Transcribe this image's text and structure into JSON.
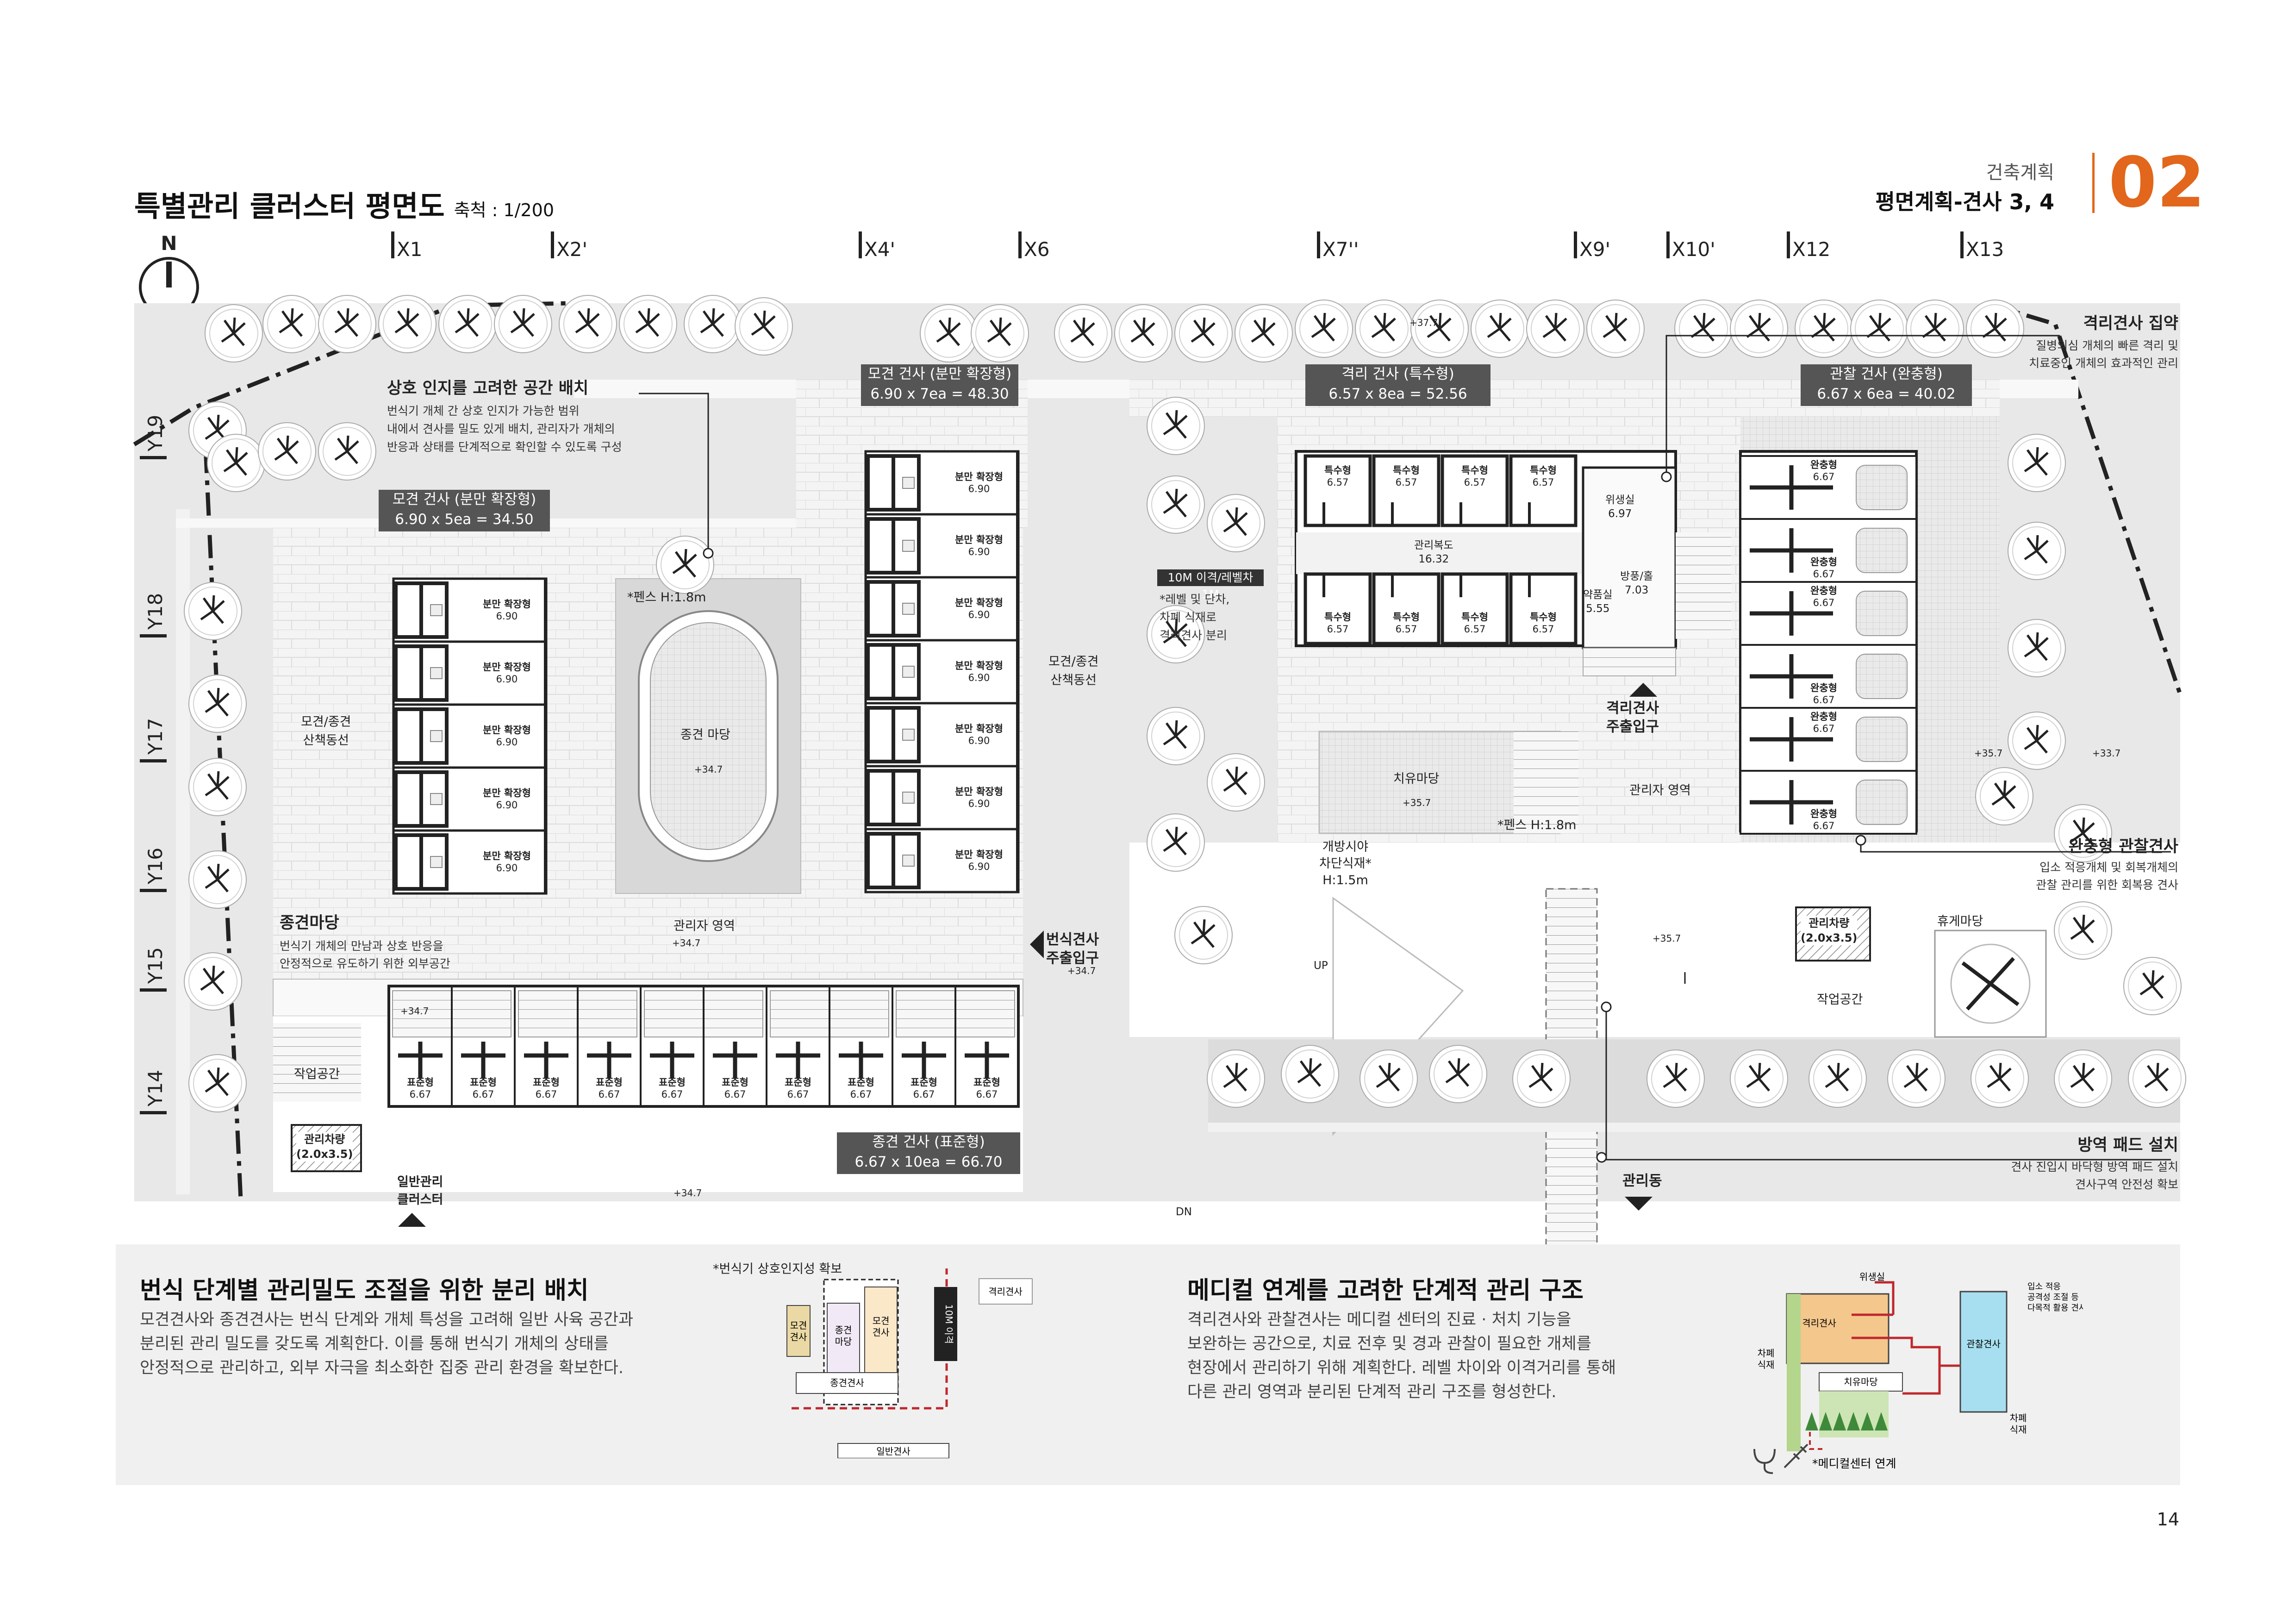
{
  "header": {
    "title": "특별관리 클러스터 평면도",
    "scale": "축척 : 1/200",
    "section_label": "건축계획",
    "section_subtitle": "평면계획-견사 3, 4",
    "section_number": "02",
    "accent_color": "#e2661b"
  },
  "page_number": "14",
  "north": "N",
  "grid_x": [
    "X1",
    "X2'",
    "X4'",
    "X6",
    "X7''",
    "X9'",
    "X10'",
    "X12",
    "X13"
  ],
  "grid_y": [
    "Y19",
    "Y18",
    "Y17",
    "Y16",
    "Y15",
    "Y14"
  ],
  "tags": {
    "t1": {
      "title": "모견 건사 (분만 확장형)",
      "value": "6.90 x 7ea = 48.30"
    },
    "t2": {
      "title": "모견 건사 (분만 확장형)",
      "value": "6.90 x 5ea = 34.50"
    },
    "t3": {
      "title": "격리 건사 (특수형)",
      "value": "6.57 x 8ea = 52.56"
    },
    "t4": {
      "title": "관찰 건사 (완충형)",
      "value": "6.67 x 6ea = 40.02"
    },
    "t5": {
      "title": "종견 건사 (표준형)",
      "value": "6.67 x 10ea = 66.70"
    },
    "t6": {
      "title": "10M 이격/레벨차 1M",
      "value": ""
    }
  },
  "notes": {
    "mutual_title": "상호 인지를 고려한 공간 배치",
    "mutual_lines": [
      "번식기 개체 간 상호 인지가 가능한 범위",
      "내에서 견사를 밀도 있게 배치, 관리자가 개체의",
      "반응과 상태를 단계적으로 확인할 수 있도록 구성"
    ],
    "level_lines": [
      "*레벨 및 단차,",
      "차폐 식재로",
      "격리견사 분리"
    ],
    "isolation_title": "격리견사 집약",
    "isolation_lines": [
      "질병의심 개체의 빠른 격리 및",
      "치료중인 개체의 효과적인 관리"
    ],
    "buffer_title": "완충형 관찰견사",
    "buffer_lines": [
      "입소 적응개체 및 회복개체의",
      "관찰 관리를 위한 회복용 견사"
    ],
    "pad_title": "방역 패드 설치",
    "pad_lines": [
      "견사 진입시 바닥형 방역 패드 설치",
      "견사구역 안전성 확보"
    ],
    "stud_title": "종견마당",
    "stud_lines": [
      "번식기 개체의 만남과 상호 반응을",
      "안정적으로 유도하기 위한 외부공간"
    ]
  },
  "labels": {
    "breed_unit": "분만 확장형",
    "breed_size": "6.90",
    "special_unit": "특수형",
    "special_size": "6.57",
    "buffer_unit": "완충형",
    "buffer_size": "6.67",
    "standard_unit": "표준형",
    "standard_size": "6.67",
    "fence_left": "*펜스 H:1.8m",
    "fence_right": "*펜스 H:1.8m",
    "stud_yard": "종견 마당",
    "walk_left": [
      "모견/종견",
      "산책동선"
    ],
    "walk_right": [
      "모견/종견",
      "산책동선"
    ],
    "manager_area": "관리자 영역",
    "manager_area2": "관리자 영역",
    "breeding_entry": [
      "번식견사",
      "주출입구"
    ],
    "isolation_entry": [
      "격리견사",
      "주출입구"
    ],
    "work_left": "작업공간",
    "work_right": "작업공간",
    "vehicle": [
      "관리차량",
      "(2.0x3.5)"
    ],
    "general_cluster": [
      "일반관리",
      "클러스터"
    ],
    "iso_corridor": "관리복도",
    "iso_corridor_size": "16.32",
    "hygiene": "위생실",
    "hygiene_size": "6.97",
    "pharmacy": "약품실",
    "pharmacy_size": "5.55",
    "exam_room": "방풍/홀",
    "exam_size": "7.03",
    "healing_yard": "치유마당",
    "open_view": [
      "개방시야",
      "차단식재*",
      "H:1.5m"
    ],
    "rest_yard": "휴게마당",
    "mgmt_building": "관리동",
    "up": "UP",
    "dn": "DN",
    "lv_377": "+37.7",
    "lv_347": "+34.7",
    "lv_357": "+35.7",
    "lv_337": "+33.7"
  },
  "bottom": {
    "left_title": "번식 단계별 관리밀도 조절을 위한 분리 배치",
    "left_lines": [
      "모견견사와 종견견사는 번식 단계와 개체 특성을 고려해 일반 사육 공간과",
      "분리된 관리 밀도를 갖도록 계획한다. 이를 통해 번식기 개체의 상태를",
      "안정적으로 관리하고, 외부 자극을 최소화한 집중 관리 환경을 확보한다."
    ],
    "left_diagram": {
      "caption": "*번식기 상호인지성 확보",
      "box1": [
        "모견",
        "견사"
      ],
      "box2": [
        "종견",
        "마당"
      ],
      "box3": [
        "모견",
        "견사"
      ],
      "sep": "10M 이격",
      "isolation": "격리견사",
      "stud": "종견견사",
      "general": "일반견사"
    },
    "right_title": "메디컬 연계를 고려한 단계적 관리 구조",
    "right_lines": [
      "격리견사와 관찰견사는 메디컬 센터의 진료 · 처치 기능을",
      "보완하는 공간으로, 치료 전후 및 경과 관찰이 필요한 개체를",
      "현장에서 관리하기 위해 계획한다. 레벨 차이와 이격거리를 통해",
      "다른 관리 영역과 분리된 단계적 관리 구조를 형성한다."
    ],
    "right_diagram": {
      "hygiene": "위생실",
      "isolation": "격리견사",
      "healing": "치유마당",
      "observation": "관찰견사",
      "screen_left": [
        "차폐",
        "식재"
      ],
      "screen_right": [
        "차폐",
        "식재"
      ],
      "note_lines": [
        "입소 적응",
        "공격성 조절 등",
        "다목적 활용 견사"
      ],
      "medical": "*메디컬센터 연계"
    }
  }
}
